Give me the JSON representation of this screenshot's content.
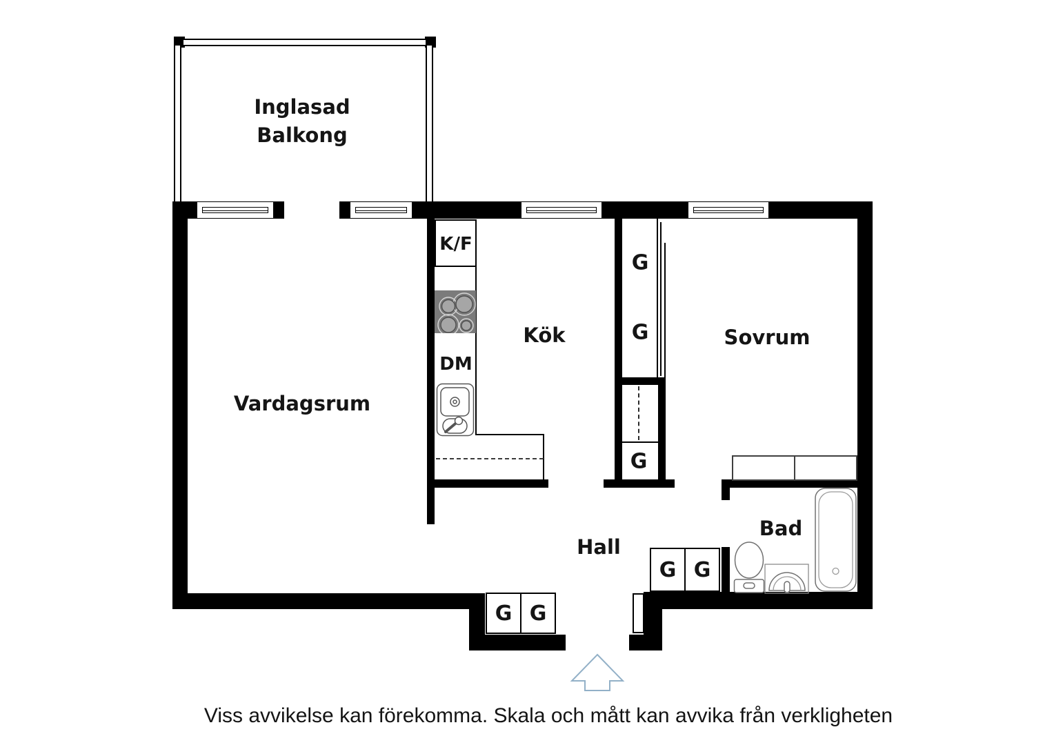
{
  "plan": {
    "labels": {
      "balcony_line1": "Inglasad",
      "balcony_line2": "Balkong",
      "living_room": "Vardagsrum",
      "kitchen": "Kök",
      "bedroom": "Sovrum",
      "hall": "Hall",
      "bathroom": "Bad",
      "fridge_freezer": "K/F",
      "dishwasher": "DM",
      "wardrobe": "G"
    },
    "disclaimer": "Viss avvikelse kan förekomma. Skala och mått kan avvika från verkligheten",
    "colors": {
      "wall": "#000000",
      "stove_body": "#7b7b7b",
      "burner": "#a6a6a6",
      "fixture_stroke": "#707070",
      "entry_arrow": "#92b0c7",
      "label_text": "#151515"
    }
  }
}
